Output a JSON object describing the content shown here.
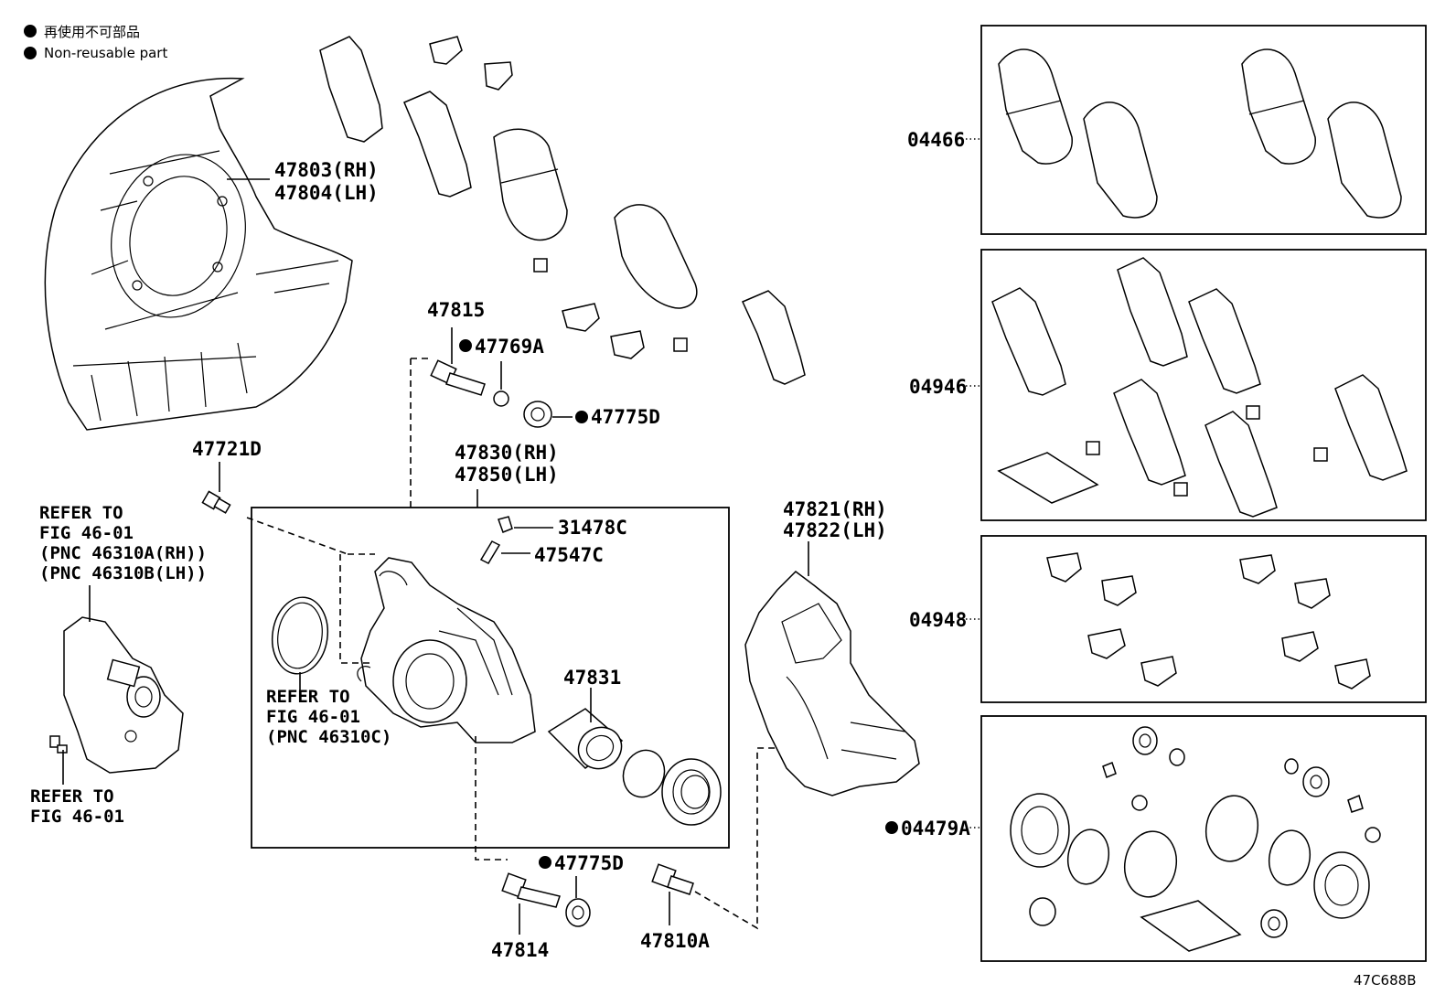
{
  "legend": {
    "line1": "再使用不可部品",
    "line2": "Non-reusable part"
  },
  "labels": {
    "shield_rh": "47803(RH)",
    "shield_lh": "47804(LH)",
    "p47815": "47815",
    "p47769A": "47769A",
    "p47775D_top": "47775D",
    "p47721D": "47721D",
    "caliper_rh": "47830(RH)",
    "caliper_lh": "47850(LH)",
    "p31478C": "31478C",
    "p47547C": "47547C",
    "p47831": "47831",
    "mount_rh": "47821(RH)",
    "mount_lh": "47822(LH)",
    "p47775D_bot": "47775D",
    "p47814": "47814",
    "p47810A": "47810A",
    "kit_04466": "04466",
    "kit_04946": "04946",
    "kit_04948": "04948",
    "kit_04479A": "04479A",
    "diagram_code": "47C688B"
  },
  "refer_left": {
    "l1": "REFER TO",
    "l2": "FIG 46-01",
    "l3": "(PNC 46310A(RH))",
    "l4": "(PNC 46310B(LH))"
  },
  "refer_ring": {
    "l1": "REFER TO",
    "l2": "FIG 46-01",
    "l3": "(PNC 46310C)"
  },
  "refer_bolt": {
    "l1": "REFER TO",
    "l2": "FIG 46-01"
  }
}
